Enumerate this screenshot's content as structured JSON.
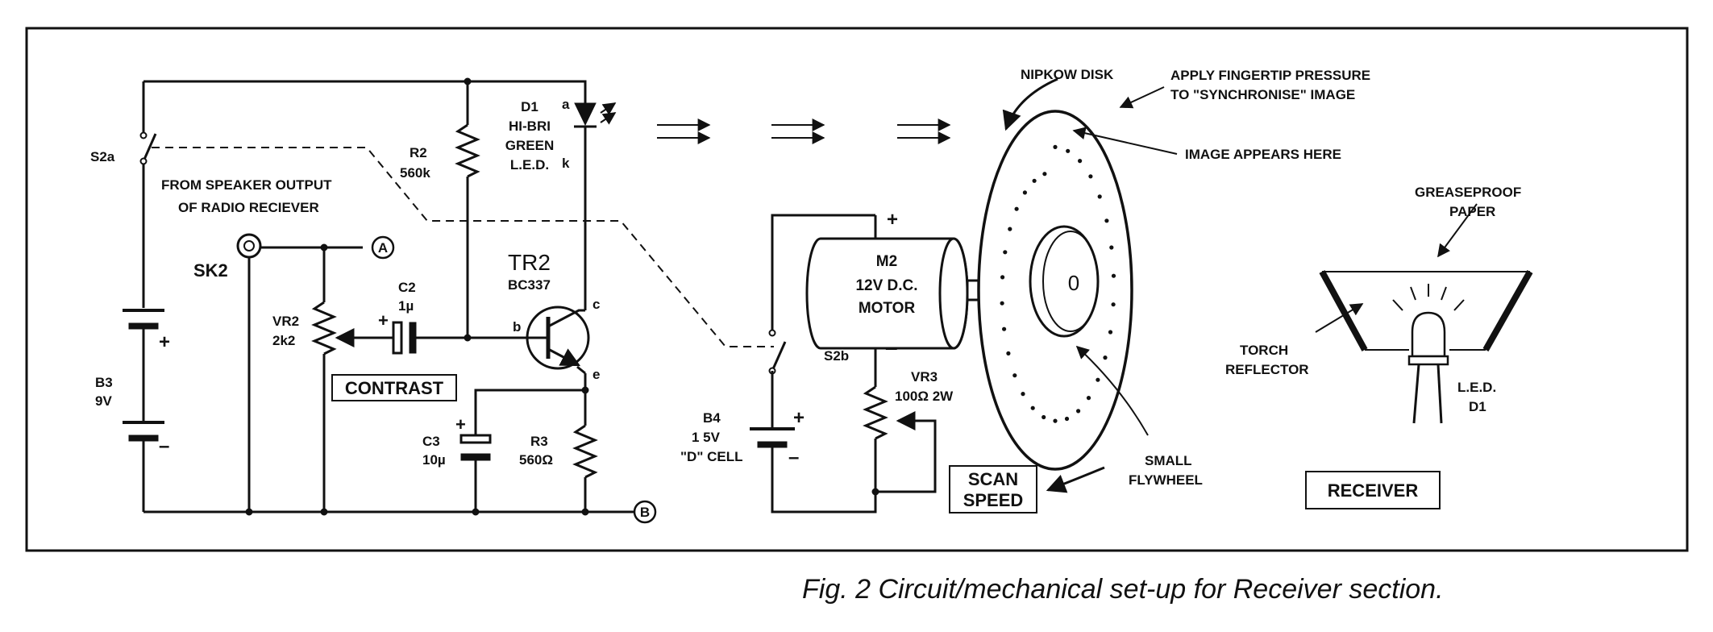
{
  "caption": "Fig. 2   Circuit/mechanical set-up for Receiver section.",
  "circuit": {
    "s2a": "S2a",
    "speaker_note_1": "FROM SPEAKER OUTPUT",
    "speaker_note_2": "OF RADIO RECIEVER",
    "sk2": "SK2",
    "point_a": "A",
    "point_b": "B",
    "b3_name": "B3",
    "b3_value": "9V",
    "vr2_name": "VR2",
    "vr2_value": "2k2",
    "contrast": "CONTRAST",
    "c2_name": "C2",
    "c2_value": "1µ",
    "r2_name": "R2",
    "r2_value": "560k",
    "d1_line1": "D1",
    "d1_line2": "HI-BRI",
    "d1_line3": "GREEN",
    "d1_line4": "L.E.D.",
    "pin_a": "a",
    "pin_k": "k",
    "tr2_name": "TR2",
    "tr2_type": "BC337",
    "pin_b": "b",
    "pin_c": "c",
    "pin_e": "e",
    "c3_name": "C3",
    "c3_value": "10µ",
    "r3_name": "R3",
    "r3_value": "560Ω",
    "plus": "+",
    "minus": "–"
  },
  "mechanics": {
    "s2b": "S2b",
    "b4_name": "B4",
    "b4_value": "1 5V",
    "b4_type": "\"D\" CELL",
    "m2_name": "M2",
    "m2_line2": "12V D.C.",
    "m2_line3": "MOTOR",
    "vr3_name": "VR3",
    "vr3_value": "100Ω 2W",
    "scan_1": "SCAN",
    "scan_2": "SPEED",
    "nipkow": "NIPKOW DISK",
    "pressure_1": "APPLY FINGERTIP PRESSURE",
    "pressure_2": "TO \"SYNCHRONISE\" IMAGE",
    "image_here": "IMAGE APPEARS HERE",
    "flywheel_1": "SMALL",
    "flywheel_2": "FLYWHEEL",
    "hub": "0"
  },
  "receiver": {
    "paper_1": "GREASEPROOF",
    "paper_2": "PAPER",
    "torch_1": "TORCH",
    "torch_2": "REFLECTOR",
    "led_1": "L.E.D.",
    "led_2": "D1",
    "title": "RECEIVER"
  }
}
